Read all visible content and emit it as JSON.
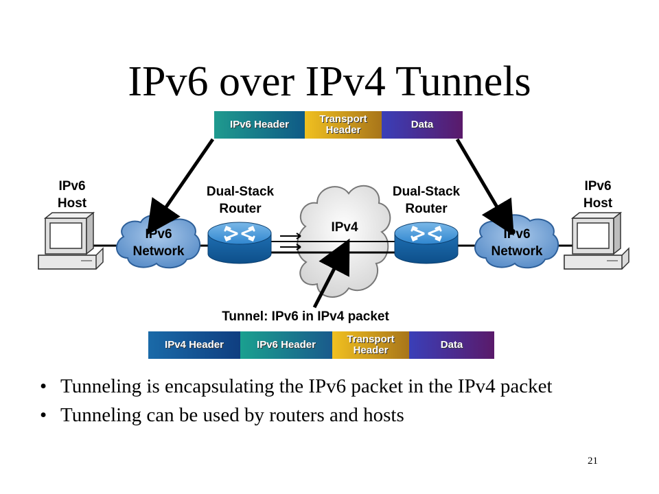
{
  "title": "IPv6 over IPv4 Tunnels",
  "top_packet": {
    "ipv6_header": "IPv6 Header",
    "transport_header_line1": "Transport",
    "transport_header_line2": "Header",
    "data": "Data"
  },
  "left_host": {
    "line1": "IPv6",
    "line2": "Host"
  },
  "right_host": {
    "line1": "IPv6",
    "line2": "Host"
  },
  "left_router": {
    "line1": "Dual-Stack",
    "line2": "Router"
  },
  "right_router": {
    "line1": "Dual-Stack",
    "line2": "Router"
  },
  "left_network": {
    "line1": "IPv6",
    "line2": "Network"
  },
  "right_network": {
    "line1": "IPv6",
    "line2": "Network"
  },
  "ipv4_cloud": "IPv4",
  "tunnel_label": "Tunnel: IPv6 in IPv4 packet",
  "bottom_packet": {
    "ipv4_header": "IPv4 Header",
    "ipv6_header": "IPv6 Header",
    "transport_header_line1": "Transport",
    "transport_header_line2": "Header",
    "data": "Data"
  },
  "bullets": [
    "Tunneling is encapsulating the IPv6 packet in the IPv4 packet",
    "Tunneling can be used by routers and hosts"
  ],
  "bullet_symbol": "•",
  "page_number": "21",
  "colors": {
    "router_blue": "#1d6fb0",
    "cloud_blue": "#6ea0d4",
    "cloud_gray": "#dcdcdc"
  },
  "icons": [
    "computer-icon",
    "router-icon",
    "cloud-icon"
  ]
}
